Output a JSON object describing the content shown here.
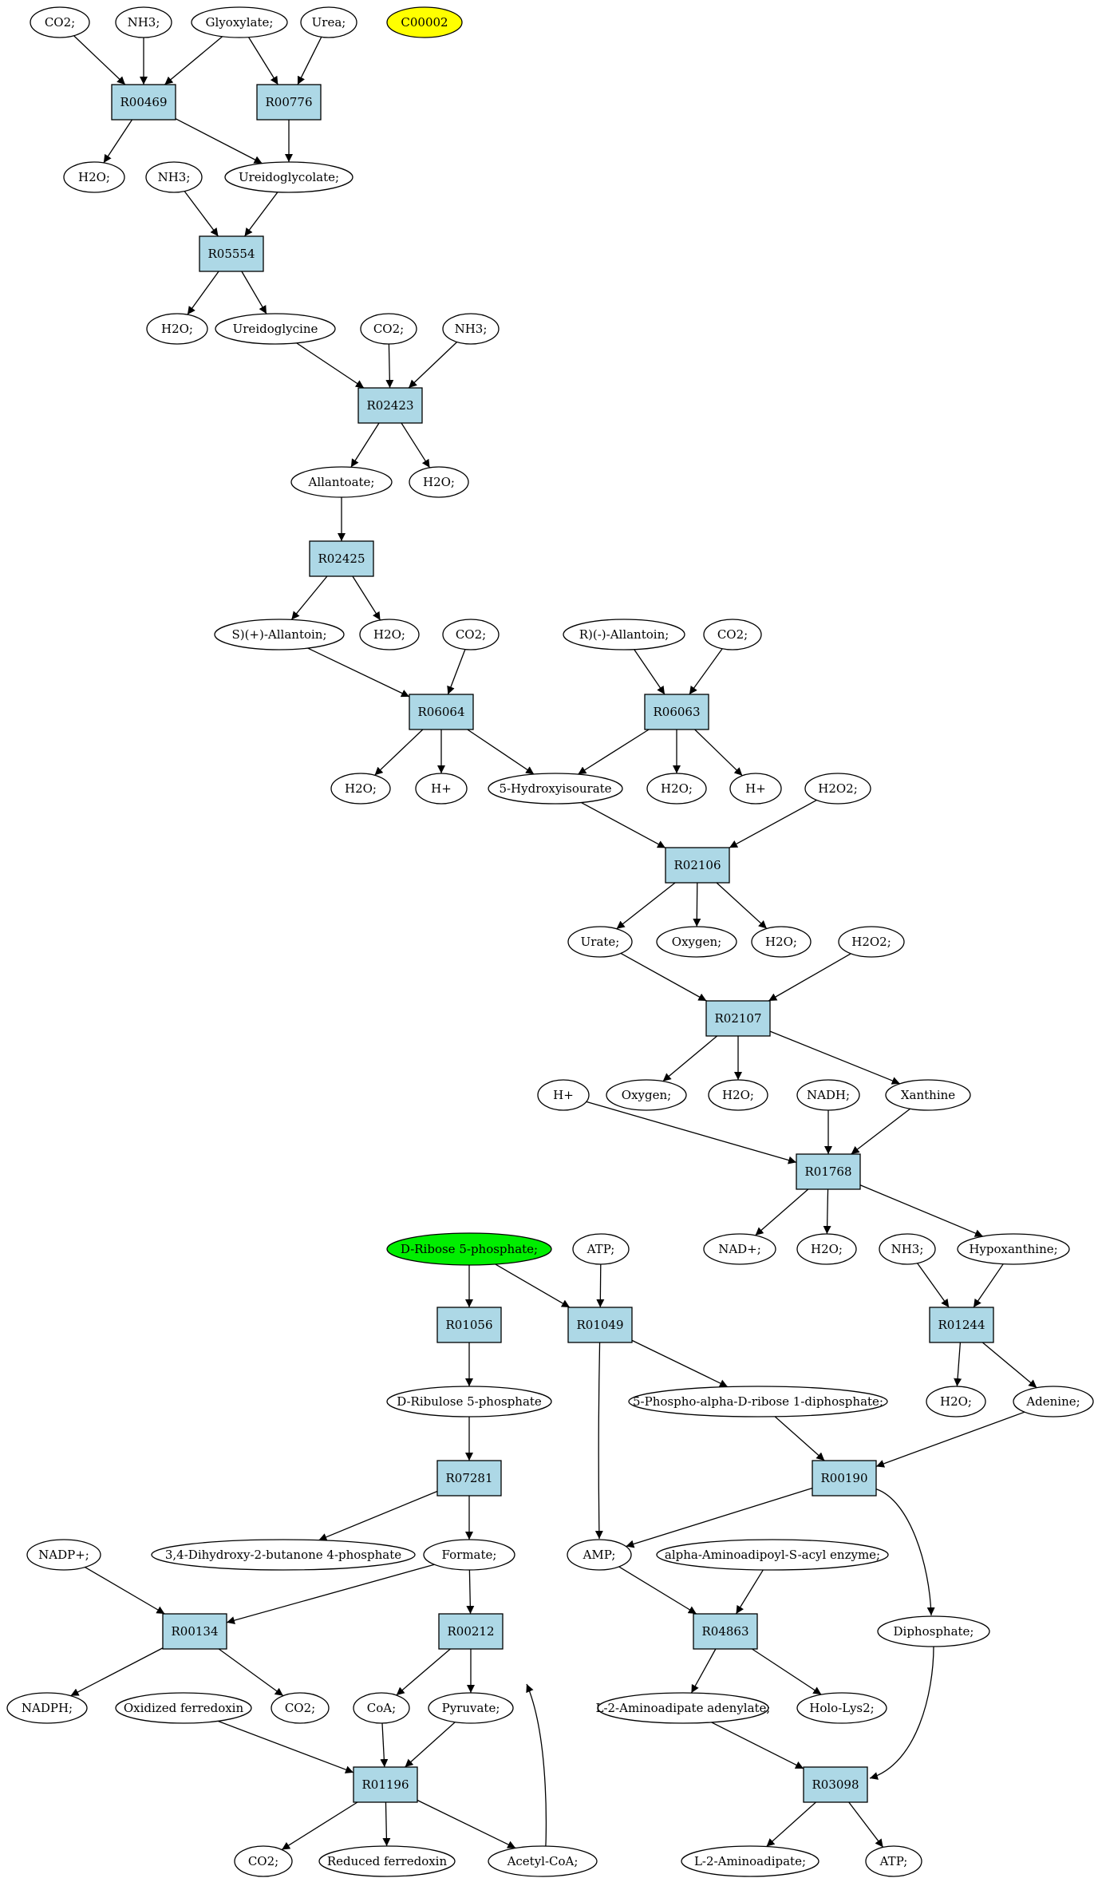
{
  "colors": {
    "reaction_fill": "#add8e6",
    "start_fill": "#00ee00",
    "target_fill": "#ffff00",
    "compound_fill": "#ffffff",
    "stroke": "#000000"
  },
  "nodes": [
    {
      "id": "c_co2_1",
      "kind": "compound",
      "label": "CO2;"
    },
    {
      "id": "c_nh3_1",
      "kind": "compound",
      "label": "NH3;"
    },
    {
      "id": "c_glyoxylate",
      "kind": "compound",
      "label": "Glyoxylate;"
    },
    {
      "id": "c_urea",
      "kind": "compound",
      "label": "Urea;"
    },
    {
      "id": "c_c00002",
      "kind": "target",
      "label": "C00002"
    },
    {
      "id": "r_R00469",
      "kind": "reaction",
      "label": "R00469"
    },
    {
      "id": "r_R00776",
      "kind": "reaction",
      "label": "R00776"
    },
    {
      "id": "c_h2o_1",
      "kind": "compound",
      "label": "H2O;"
    },
    {
      "id": "c_nh3_2",
      "kind": "compound",
      "label": "NH3;"
    },
    {
      "id": "c_ureidoglycolate",
      "kind": "compound",
      "label": "Ureidoglycolate;"
    },
    {
      "id": "r_R05554",
      "kind": "reaction",
      "label": "R05554"
    },
    {
      "id": "c_h2o_2",
      "kind": "compound",
      "label": "H2O;"
    },
    {
      "id": "c_ureidoglycine",
      "kind": "compound",
      "label": "Ureidoglycine"
    },
    {
      "id": "c_co2_2",
      "kind": "compound",
      "label": "CO2;"
    },
    {
      "id": "c_nh3_3",
      "kind": "compound",
      "label": "NH3;"
    },
    {
      "id": "r_R02423",
      "kind": "reaction",
      "label": "R02423"
    },
    {
      "id": "c_allantoate",
      "kind": "compound",
      "label": "Allantoate;"
    },
    {
      "id": "c_h2o_3",
      "kind": "compound",
      "label": "H2O;"
    },
    {
      "id": "r_R02425",
      "kind": "reaction",
      "label": "R02425"
    },
    {
      "id": "c_s_allantoin",
      "kind": "compound",
      "label": "S)(+)-Allantoin;"
    },
    {
      "id": "c_h2o_4",
      "kind": "compound",
      "label": "H2O;"
    },
    {
      "id": "c_co2_3",
      "kind": "compound",
      "label": "CO2;"
    },
    {
      "id": "c_r_allantoin",
      "kind": "compound",
      "label": "R)(-)-Allantoin;"
    },
    {
      "id": "c_co2_4",
      "kind": "compound",
      "label": "CO2;"
    },
    {
      "id": "r_R06064",
      "kind": "reaction",
      "label": "R06064"
    },
    {
      "id": "r_R06063",
      "kind": "reaction",
      "label": "R06063"
    },
    {
      "id": "c_h2o_5",
      "kind": "compound",
      "label": "H2O;"
    },
    {
      "id": "c_hplus_1",
      "kind": "compound",
      "label": "H+"
    },
    {
      "id": "c_5hydroxyisourate",
      "kind": "compound",
      "label": "5-Hydroxyisourate"
    },
    {
      "id": "c_h2o_6",
      "kind": "compound",
      "label": "H2O;"
    },
    {
      "id": "c_hplus_2",
      "kind": "compound",
      "label": "H+"
    },
    {
      "id": "c_h2o2_1",
      "kind": "compound",
      "label": "H2O2;"
    },
    {
      "id": "r_R02106",
      "kind": "reaction",
      "label": "R02106"
    },
    {
      "id": "c_urate",
      "kind": "compound",
      "label": "Urate;"
    },
    {
      "id": "c_oxygen_1",
      "kind": "compound",
      "label": "Oxygen;"
    },
    {
      "id": "c_h2o_7",
      "kind": "compound",
      "label": "H2O;"
    },
    {
      "id": "c_h2o2_2",
      "kind": "compound",
      "label": "H2O2;"
    },
    {
      "id": "r_R02107",
      "kind": "reaction",
      "label": "R02107"
    },
    {
      "id": "c_hplus_3",
      "kind": "compound",
      "label": "H+"
    },
    {
      "id": "c_oxygen_2",
      "kind": "compound",
      "label": "Oxygen;"
    },
    {
      "id": "c_h2o_8",
      "kind": "compound",
      "label": "H2O;"
    },
    {
      "id": "c_nadh",
      "kind": "compound",
      "label": "NADH;"
    },
    {
      "id": "c_xanthine",
      "kind": "compound",
      "label": "Xanthine"
    },
    {
      "id": "r_R01768",
      "kind": "reaction",
      "label": "R01768"
    },
    {
      "id": "c_dribose5p",
      "kind": "start",
      "label": "D-Ribose 5-phosphate;"
    },
    {
      "id": "c_atp_1",
      "kind": "compound",
      "label": "ATP;"
    },
    {
      "id": "c_nadplus",
      "kind": "compound",
      "label": "NAD+;"
    },
    {
      "id": "c_h2o_9",
      "kind": "compound",
      "label": "H2O;"
    },
    {
      "id": "c_nh3_4",
      "kind": "compound",
      "label": "NH3;"
    },
    {
      "id": "c_hypoxanthine",
      "kind": "compound",
      "label": "Hypoxanthine;"
    },
    {
      "id": "r_R01056",
      "kind": "reaction",
      "label": "R01056"
    },
    {
      "id": "r_R01049",
      "kind": "reaction",
      "label": "R01049"
    },
    {
      "id": "r_R01244",
      "kind": "reaction",
      "label": "R01244"
    },
    {
      "id": "c_dribulose5p",
      "kind": "compound",
      "label": "D-Ribulose 5-phosphate"
    },
    {
      "id": "c_prpp",
      "kind": "compound",
      "label": "5-Phospho-alpha-D-ribose 1-diphosphate;"
    },
    {
      "id": "c_h2o_10",
      "kind": "compound",
      "label": "H2O;"
    },
    {
      "id": "c_adenine",
      "kind": "compound",
      "label": "Adenine;"
    },
    {
      "id": "r_R07281",
      "kind": "reaction",
      "label": "R07281"
    },
    {
      "id": "r_R00190",
      "kind": "reaction",
      "label": "R00190"
    },
    {
      "id": "c_nadpplus",
      "kind": "compound",
      "label": "NADP+;"
    },
    {
      "id": "c_dhbp",
      "kind": "compound",
      "label": "3,4-Dihydroxy-2-butanone 4-phosphate"
    },
    {
      "id": "c_formate",
      "kind": "compound",
      "label": "Formate;"
    },
    {
      "id": "c_amp",
      "kind": "compound",
      "label": "AMP;"
    },
    {
      "id": "c_aaa_enzyme",
      "kind": "compound",
      "label": "alpha-Aminoadipoyl-S-acyl enzyme;"
    },
    {
      "id": "r_R00134",
      "kind": "reaction",
      "label": "R00134"
    },
    {
      "id": "r_R00212",
      "kind": "reaction",
      "label": "R00212"
    },
    {
      "id": "r_R04863",
      "kind": "reaction",
      "label": "R04863"
    },
    {
      "id": "c_diphosphate",
      "kind": "compound",
      "label": "Diphosphate;"
    },
    {
      "id": "c_nadph",
      "kind": "compound",
      "label": "NADPH;"
    },
    {
      "id": "c_oxferredoxin",
      "kind": "compound",
      "label": "Oxidized ferredoxin"
    },
    {
      "id": "c_co2_5",
      "kind": "compound",
      "label": "CO2;"
    },
    {
      "id": "c_coa",
      "kind": "compound",
      "label": "CoA;"
    },
    {
      "id": "c_pyruvate",
      "kind": "compound",
      "label": "Pyruvate;"
    },
    {
      "id": "c_l2aa_adenylate",
      "kind": "compound",
      "label": "L-2-Aminoadipate adenylate;"
    },
    {
      "id": "c_hololys2",
      "kind": "compound",
      "label": "Holo-Lys2;"
    },
    {
      "id": "r_R01196",
      "kind": "reaction",
      "label": "R01196"
    },
    {
      "id": "r_R03098",
      "kind": "reaction",
      "label": "R03098"
    },
    {
      "id": "c_co2_6",
      "kind": "compound",
      "label": "CO2;"
    },
    {
      "id": "c_redferredoxin",
      "kind": "compound",
      "label": "Reduced ferredoxin"
    },
    {
      "id": "c_acetylcoa",
      "kind": "compound",
      "label": "Acetyl-CoA;"
    },
    {
      "id": "c_l2aa",
      "kind": "compound",
      "label": "L-2-Aminoadipate;"
    },
    {
      "id": "c_atp_2",
      "kind": "compound",
      "label": "ATP;"
    }
  ],
  "edges": [
    [
      "c_co2_1",
      "r_R00469"
    ],
    [
      "c_nh3_1",
      "r_R00469"
    ],
    [
      "c_glyoxylate",
      "r_R00469"
    ],
    [
      "c_glyoxylate",
      "r_R00776"
    ],
    [
      "c_urea",
      "r_R00776"
    ],
    [
      "r_R00469",
      "c_h2o_1"
    ],
    [
      "r_R00469",
      "c_ureidoglycolate"
    ],
    [
      "r_R00776",
      "c_ureidoglycolate"
    ],
    [
      "c_nh3_2",
      "r_R05554"
    ],
    [
      "c_ureidoglycolate",
      "r_R05554"
    ],
    [
      "r_R05554",
      "c_h2o_2"
    ],
    [
      "r_R05554",
      "c_ureidoglycine"
    ],
    [
      "c_ureidoglycine",
      "r_R02423"
    ],
    [
      "c_co2_2",
      "r_R02423"
    ],
    [
      "c_nh3_3",
      "r_R02423"
    ],
    [
      "r_R02423",
      "c_allantoate"
    ],
    [
      "r_R02423",
      "c_h2o_3"
    ],
    [
      "c_allantoate",
      "r_R02425"
    ],
    [
      "r_R02425",
      "c_s_allantoin"
    ],
    [
      "r_R02425",
      "c_h2o_4"
    ],
    [
      "c_s_allantoin",
      "r_R06064"
    ],
    [
      "c_co2_3",
      "r_R06064"
    ],
    [
      "c_r_allantoin",
      "r_R06063"
    ],
    [
      "c_co2_4",
      "r_R06063"
    ],
    [
      "r_R06064",
      "c_h2o_5"
    ],
    [
      "r_R06064",
      "c_hplus_1"
    ],
    [
      "r_R06064",
      "c_5hydroxyisourate"
    ],
    [
      "r_R06063",
      "c_5hydroxyisourate"
    ],
    [
      "r_R06063",
      "c_h2o_6"
    ],
    [
      "r_R06063",
      "c_hplus_2"
    ],
    [
      "c_5hydroxyisourate",
      "r_R02106"
    ],
    [
      "c_h2o2_1",
      "r_R02106"
    ],
    [
      "r_R02106",
      "c_urate"
    ],
    [
      "r_R02106",
      "c_oxygen_1"
    ],
    [
      "r_R02106",
      "c_h2o_7"
    ],
    [
      "c_urate",
      "r_R02107"
    ],
    [
      "c_h2o2_2",
      "r_R02107"
    ],
    [
      "r_R02107",
      "c_oxygen_2"
    ],
    [
      "r_R02107",
      "c_h2o_8"
    ],
    [
      "r_R02107",
      "c_xanthine"
    ],
    [
      "c_hplus_3",
      "r_R01768"
    ],
    [
      "c_nadh",
      "r_R01768"
    ],
    [
      "c_xanthine",
      "r_R01768"
    ],
    [
      "r_R01768",
      "c_nadplus"
    ],
    [
      "r_R01768",
      "c_h2o_9"
    ],
    [
      "r_R01768",
      "c_hypoxanthine"
    ],
    [
      "c_dribose5p",
      "r_R01056"
    ],
    [
      "c_dribose5p",
      "r_R01049"
    ],
    [
      "c_atp_1",
      "r_R01049"
    ],
    [
      "c_nh3_4",
      "r_R01244"
    ],
    [
      "c_hypoxanthine",
      "r_R01244"
    ],
    [
      "r_R01056",
      "c_dribulose5p"
    ],
    [
      "r_R01049",
      "c_prpp"
    ],
    [
      "r_R01049",
      "c_amp"
    ],
    [
      "r_R01244",
      "c_h2o_10"
    ],
    [
      "r_R01244",
      "c_adenine"
    ],
    [
      "c_dribulose5p",
      "r_R07281"
    ],
    [
      "c_prpp",
      "r_R00190"
    ],
    [
      "c_adenine",
      "r_R00190"
    ],
    [
      "r_R07281",
      "c_dhbp"
    ],
    [
      "r_R07281",
      "c_formate"
    ],
    [
      "r_R00190",
      "c_amp"
    ],
    [
      "r_R00190",
      "c_diphosphate"
    ],
    [
      "c_nadpplus",
      "r_R00134"
    ],
    [
      "c_formate",
      "r_R00134"
    ],
    [
      "c_formate",
      "r_R00212"
    ],
    [
      "c_amp",
      "r_R04863"
    ],
    [
      "c_aaa_enzyme",
      "r_R04863"
    ],
    [
      "r_R00134",
      "c_nadph"
    ],
    [
      "r_R00134",
      "c_co2_5"
    ],
    [
      "r_R00212",
      "c_coa"
    ],
    [
      "r_R00212",
      "c_pyruvate"
    ],
    [
      "r_R04863",
      "c_l2aa_adenylate"
    ],
    [
      "r_R04863",
      "c_hololys2"
    ],
    [
      "c_oxferredoxin",
      "r_R01196"
    ],
    [
      "c_coa",
      "r_R01196"
    ],
    [
      "c_pyruvate",
      "r_R01196"
    ],
    [
      "c_l2aa_adenylate",
      "r_R03098"
    ],
    [
      "c_diphosphate",
      "r_R03098"
    ],
    [
      "r_R01196",
      "c_co2_6"
    ],
    [
      "r_R01196",
      "c_redferredoxin"
    ],
    [
      "r_R01196",
      "c_acetylcoa"
    ],
    [
      "c_acetylcoa",
      "r_R00212"
    ],
    [
      "r_R03098",
      "c_l2aa"
    ],
    [
      "r_R03098",
      "c_atp_2"
    ]
  ]
}
